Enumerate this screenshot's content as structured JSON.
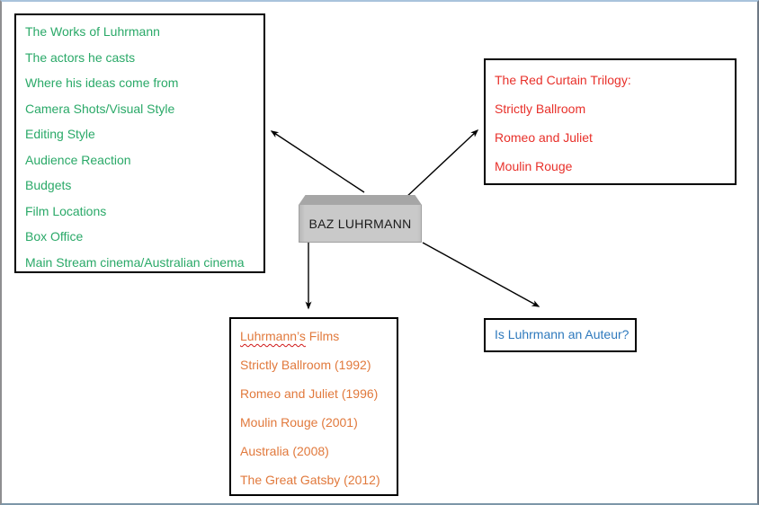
{
  "center": {
    "label": "BAZ LUHRMANN"
  },
  "topics_box": {
    "items": [
      "The Works of Luhrmann",
      "The actors he casts",
      "Where his ideas come from",
      "Camera Shots/Visual Style",
      "Editing Style",
      "Audience Reaction",
      "Budgets",
      "Film Locations",
      "Box Office",
      "Main Stream cinema/Australian cinema"
    ],
    "text_color": "#2aa968"
  },
  "trilogy_box": {
    "title": "The Red Curtain Trilogy:",
    "items": [
      "Strictly Ballroom",
      "Romeo and Juliet",
      "Moulin Rouge"
    ],
    "text_color": "#e8302a"
  },
  "films_box": {
    "title_word": "Luhrmann’s",
    "title_rest": " Films",
    "items": [
      "Strictly Ballroom (1992)",
      "Romeo and Juliet (1996)",
      "Moulin Rouge (2001)",
      "Australia (2008)",
      "The Great Gatsby (2012)"
    ],
    "text_color": "#e1793c"
  },
  "auteur_box": {
    "label": "Is Luhrmann an Auteur?",
    "text_color": "#2e79bd"
  },
  "colors": {
    "cube_top": "#a6a6a6",
    "cube_front": "#c9c9c9",
    "box_border": "#000000",
    "arrow": "#000000"
  }
}
